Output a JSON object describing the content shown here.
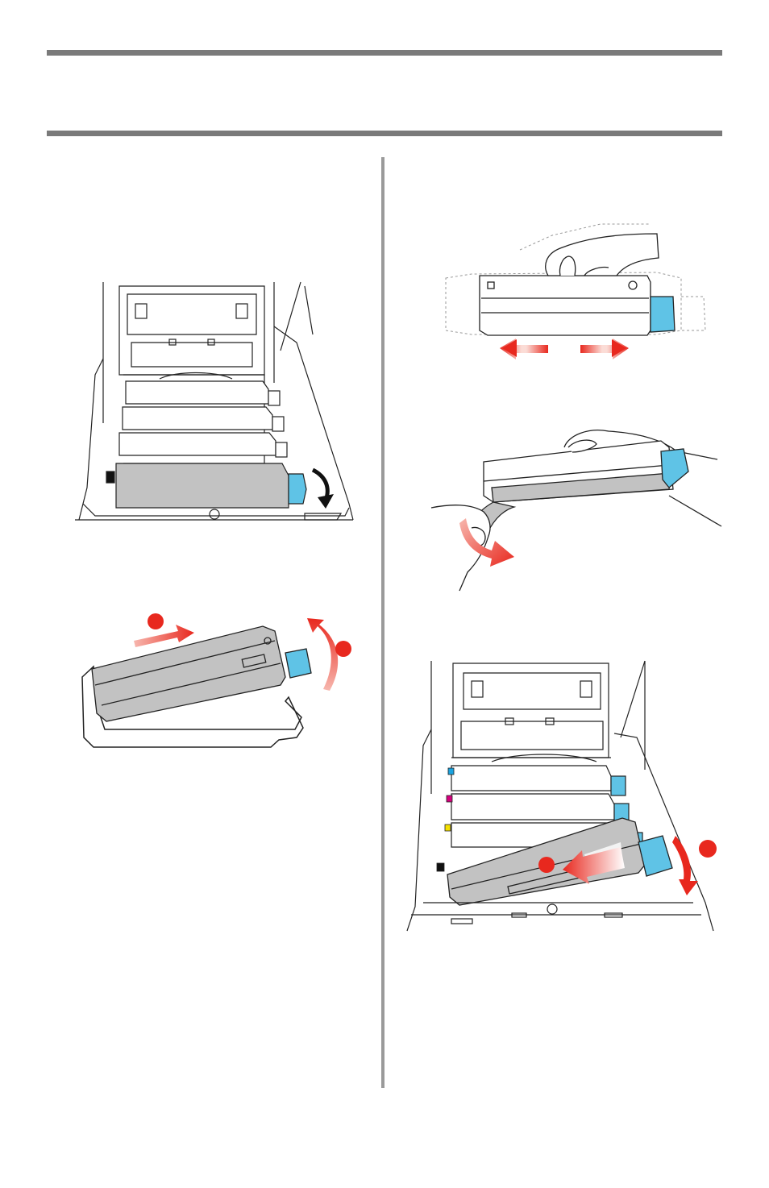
{
  "page": {
    "header_text": "",
    "left_column_text": "",
    "right_column_text": ""
  },
  "figures": [
    {
      "id": "fig-open-printer-black-cartridge",
      "marker_labels": []
    },
    {
      "id": "fig-remove-old-cartridge",
      "marker_labels": [
        "",
        ""
      ]
    },
    {
      "id": "fig-shake-new-cartridge",
      "marker_labels": []
    },
    {
      "id": "fig-peel-tape",
      "marker_labels": []
    },
    {
      "id": "fig-install-cartridge",
      "marker_labels": [
        "",
        ""
      ]
    }
  ],
  "colors": {
    "rule": "#7a7a7a",
    "cartridge_gray": "#c2c2c2",
    "lever_blue": "#5fc3e6",
    "arrow_red": "#e8281e",
    "line": "#222222",
    "slot_cyan": "#1aa3e0",
    "slot_magenta": "#d6007e",
    "slot_yellow": "#f5e000",
    "slot_black": "#111111"
  }
}
